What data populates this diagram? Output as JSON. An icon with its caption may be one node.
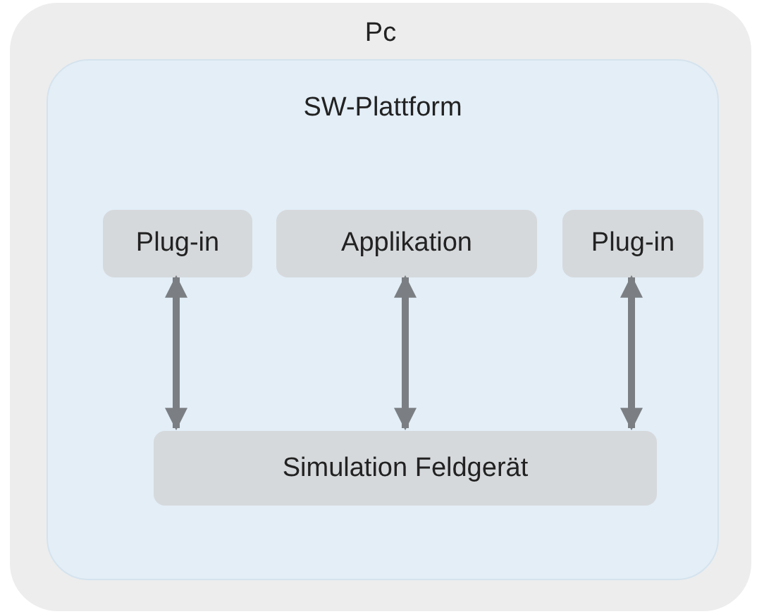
{
  "diagram": {
    "nodes": [
      {
        "text": [
          "Pc"
        ]
      },
      {
        "text": [
          "SW-Plattform"
        ],
        "in": 0
      },
      {
        "text": [
          "Plug-in"
        ],
        "in": 1
      },
      {
        "text": [
          "Applikation"
        ],
        "in": 1
      },
      {
        "text": [
          "Plug-in"
        ],
        "in": 1
      },
      {
        "text": [
          "Simulation Feldgerät"
        ],
        "in": 1
      }
    ],
    "edges": [
      {
        "from": 2,
        "to": 5,
        "arrow": "both"
      },
      {
        "from": 3,
        "to": 5,
        "arrow": "both"
      },
      {
        "from": 4,
        "to": 5,
        "arrow": "both"
      }
    ]
  }
}
